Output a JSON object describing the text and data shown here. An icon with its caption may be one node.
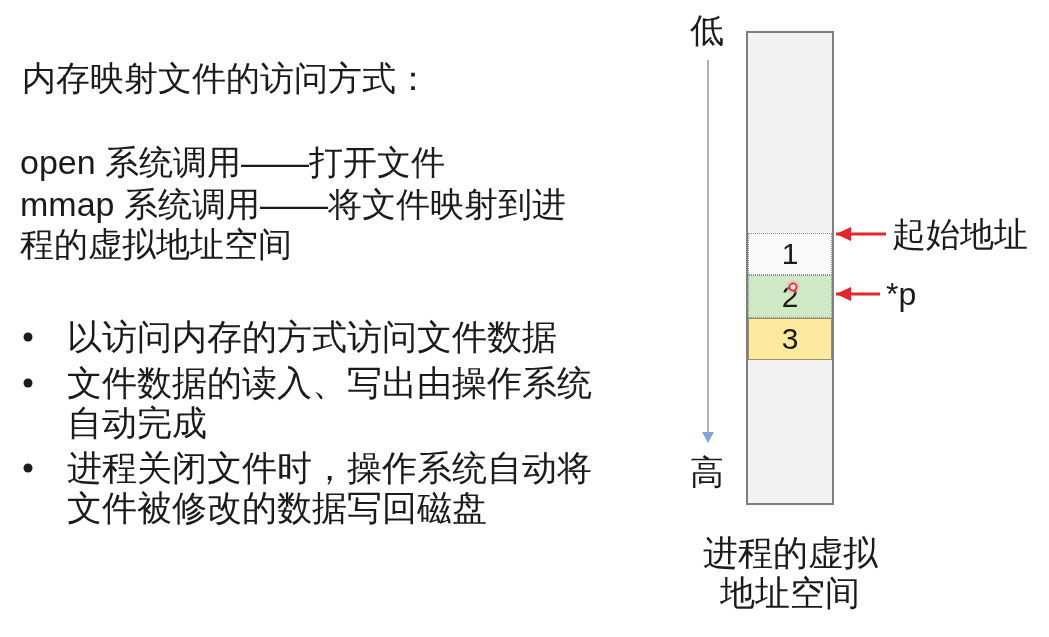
{
  "diagram": {
    "title": "内存映射文件的访问方式：",
    "nodes": [
      {
        "text": [],
        "shape": "box",
        "beside": [
          "进程的虚拟地址空间"
        ]
      },
      {
        "text": [
          "1"
        ],
        "in": 0
      },
      {
        "text": [
          "2"
        ],
        "in": 0
      },
      {
        "text": [
          "3"
        ],
        "in": 0
      },
      {
        "text": [
          "起始地址"
        ]
      },
      {
        "text": [
          "*p"
        ]
      }
    ],
    "edges": [
      {
        "from": 4,
        "to": 1,
        "arrow": "to"
      },
      {
        "from": 5,
        "to": 2,
        "arrow": "to"
      }
    ],
    "labels": [
      "open 系统调用——打开文件",
      "mmap 系统调用——将文件映射到进程的虚拟地址空间",
      "以访问内存的方式访问文件数据",
      "文件数据的读入、写出由操作系统自动完成",
      "进程关闭文件时，操作系统自动将文件被修改的数据写回磁盘",
      "低",
      "高"
    ]
  }
}
